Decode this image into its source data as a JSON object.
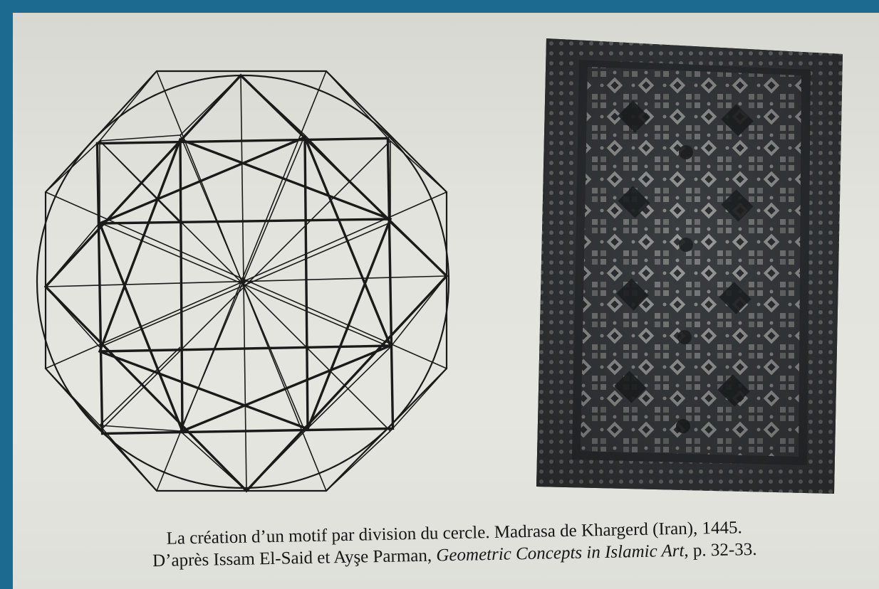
{
  "caption": {
    "line1": "La création d’un motif par division du cercle. Madrasa de Khargerd (Iran), 1445.",
    "line2_prefix": "D’après Issam El-Said et Ayşe Parman, ",
    "line2_title": "Geometric Concepts in Islamic Art",
    "line2_suffix": ", p. 32-33."
  },
  "colors": {
    "frame": "#1d6a91",
    "paper": "#e3e3dd",
    "ink": "#161616",
    "photo_dark": "#2f3235",
    "photo_light": "#8a8c8a"
  }
}
